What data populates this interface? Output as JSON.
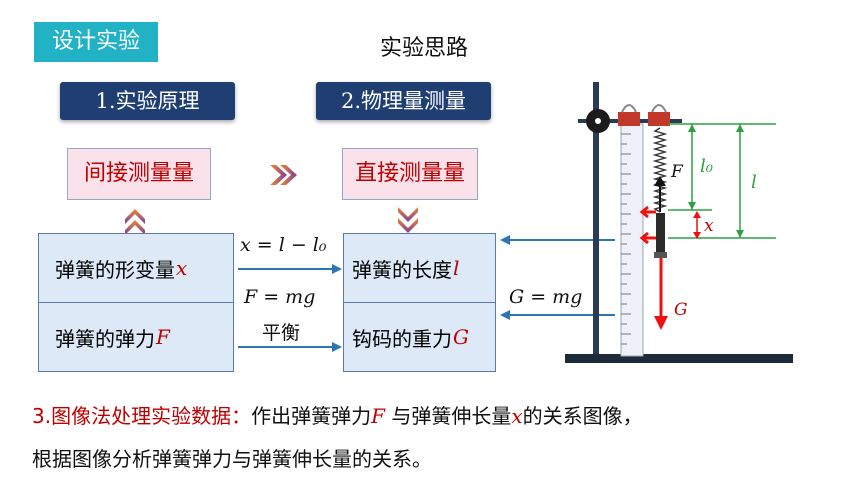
{
  "header": {
    "tag": "设计实验",
    "title": "实验思路"
  },
  "steps": {
    "step1": "1.实验原理",
    "step2": "2.物理量测量"
  },
  "measure": {
    "indirect": "间接测量量",
    "direct": "直接测量量"
  },
  "left_table": {
    "row1_text": "弹簧的形变量",
    "row1_var": "x",
    "row2_text": "弹簧的弹力",
    "row2_var": "F"
  },
  "right_table": {
    "row1_text": "弹簧的长度",
    "row1_var": "l",
    "row2_text": "钩码的重力",
    "row2_var": "G"
  },
  "equations": {
    "x_eq": "x = l − l₀",
    "f_eq": "F = mg",
    "balance": "平衡",
    "g_eq": "G = mg"
  },
  "apparatus_labels": {
    "F": "F",
    "l0": "l₀",
    "l": "l",
    "x": "x",
    "G": "G"
  },
  "paragraph": {
    "line1_a": "3.图像法处理实验数据：",
    "line1_b": "作出弹簧弹力",
    "line1_var1": "F",
    "line1_c": " 与弹簧伸长量",
    "line1_var2": "x",
    "line1_d": "的关系图像，",
    "line2": "根据图像分析弹簧弹力与弹簧伸长量的关系。"
  },
  "colors": {
    "accent_teal": "#21b3c5",
    "navy": "#1f3f73",
    "red": "#c00000",
    "arrow_blue": "#2e75b6",
    "green": "#2ea043"
  }
}
